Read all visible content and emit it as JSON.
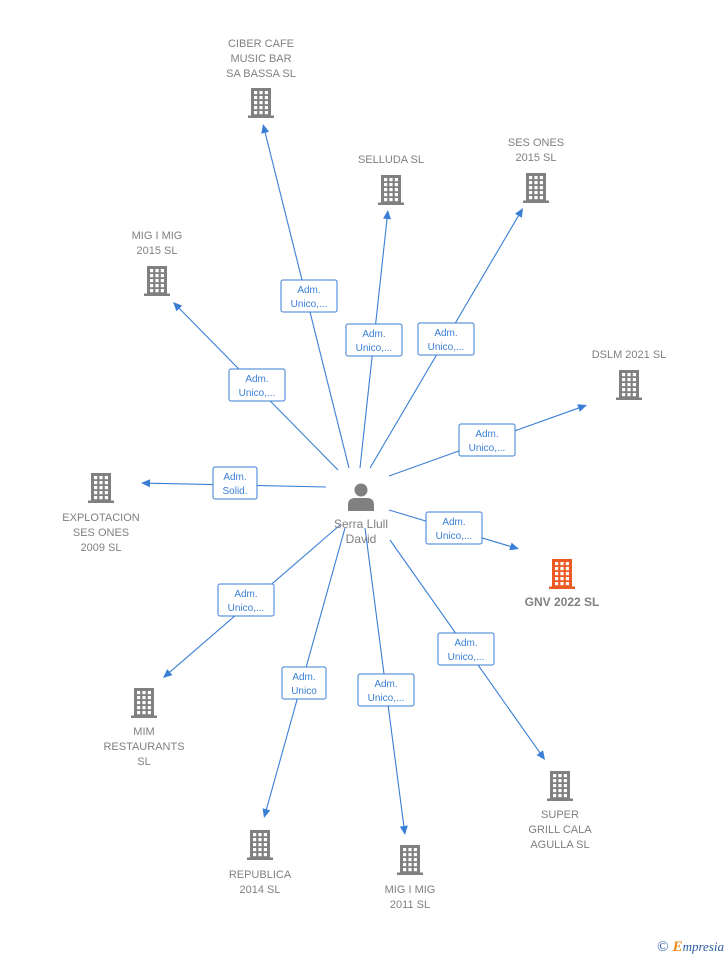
{
  "colors": {
    "edge": "#3a7fd5",
    "box_border": "#3a7fd5",
    "box_text": "#3a7fd5",
    "building": "#808080",
    "building_focus": "#ee5a24",
    "label": "#808080",
    "label_focus": "#808080",
    "person": "#808080",
    "footer_copy": "#2b5aa8",
    "footer_e": "#f08c1e",
    "footer_text": "#2b5aa8"
  },
  "center": {
    "id": "serra-llull-david",
    "label": [
      "Serra Llull",
      "David"
    ]
  },
  "nodes": [
    {
      "id": "ciber-cafe",
      "label": [
        "CIBER CAFE",
        "MUSIC BAR",
        "SA BASSA  SL"
      ],
      "focus": false
    },
    {
      "id": "selluda",
      "label": [
        "SELLUDA  SL"
      ],
      "focus": false
    },
    {
      "id": "ses-ones-2015",
      "label": [
        "SES ONES",
        "2015  SL"
      ],
      "focus": false
    },
    {
      "id": "mig-i-mig-2015",
      "label": [
        "MIG I MIG",
        "2015  SL"
      ],
      "focus": false
    },
    {
      "id": "dslm-2021",
      "label": [
        "DSLM 2021  SL"
      ],
      "focus": false
    },
    {
      "id": "explotacion-ses-ones",
      "label": [
        "EXPLOTACION",
        "SES ONES",
        "2009 SL"
      ],
      "focus": false
    },
    {
      "id": "gnv-2022",
      "label": [
        "GNV 2022  SL"
      ],
      "focus": true
    },
    {
      "id": "mim-restaurants",
      "label": [
        "MIM",
        "RESTAURANTS",
        "SL"
      ],
      "focus": false
    },
    {
      "id": "republica-2014",
      "label": [
        "REPUBLICA",
        "2014  SL"
      ],
      "focus": false
    },
    {
      "id": "mig-i-mig-2011",
      "label": [
        "MIG I MIG",
        "2011 SL"
      ],
      "focus": false
    },
    {
      "id": "super-grill",
      "label": [
        "SUPER",
        "GRILL CALA",
        "AGULLA  SL"
      ],
      "focus": false
    }
  ],
  "edges": [
    {
      "target": "ciber-cafe",
      "role": [
        "Adm.",
        "Unico,..."
      ]
    },
    {
      "target": "selluda",
      "role": [
        "Adm.",
        "Unico,..."
      ]
    },
    {
      "target": "ses-ones-2015",
      "role": [
        "Adm.",
        "Unico,..."
      ]
    },
    {
      "target": "mig-i-mig-2015",
      "role": [
        "Adm.",
        "Unico,..."
      ]
    },
    {
      "target": "dslm-2021",
      "role": [
        "Adm.",
        "Unico,..."
      ]
    },
    {
      "target": "explotacion-ses-ones",
      "role": [
        "Adm.",
        "Solid."
      ]
    },
    {
      "target": "gnv-2022",
      "role": [
        "Adm.",
        "Unico,..."
      ]
    },
    {
      "target": "mim-restaurants",
      "role": [
        "Adm.",
        "Unico,..."
      ]
    },
    {
      "target": "republica-2014",
      "role": [
        "Adm.",
        "Unico"
      ]
    },
    {
      "target": "mig-i-mig-2011",
      "role": [
        "Adm.",
        "Unico,..."
      ]
    },
    {
      "target": "super-grill",
      "role": [
        "Adm.",
        "Unico,..."
      ]
    }
  ],
  "footer": {
    "copyright_symbol": "©",
    "brand_initial": "E",
    "brand_rest": "mpresia"
  }
}
